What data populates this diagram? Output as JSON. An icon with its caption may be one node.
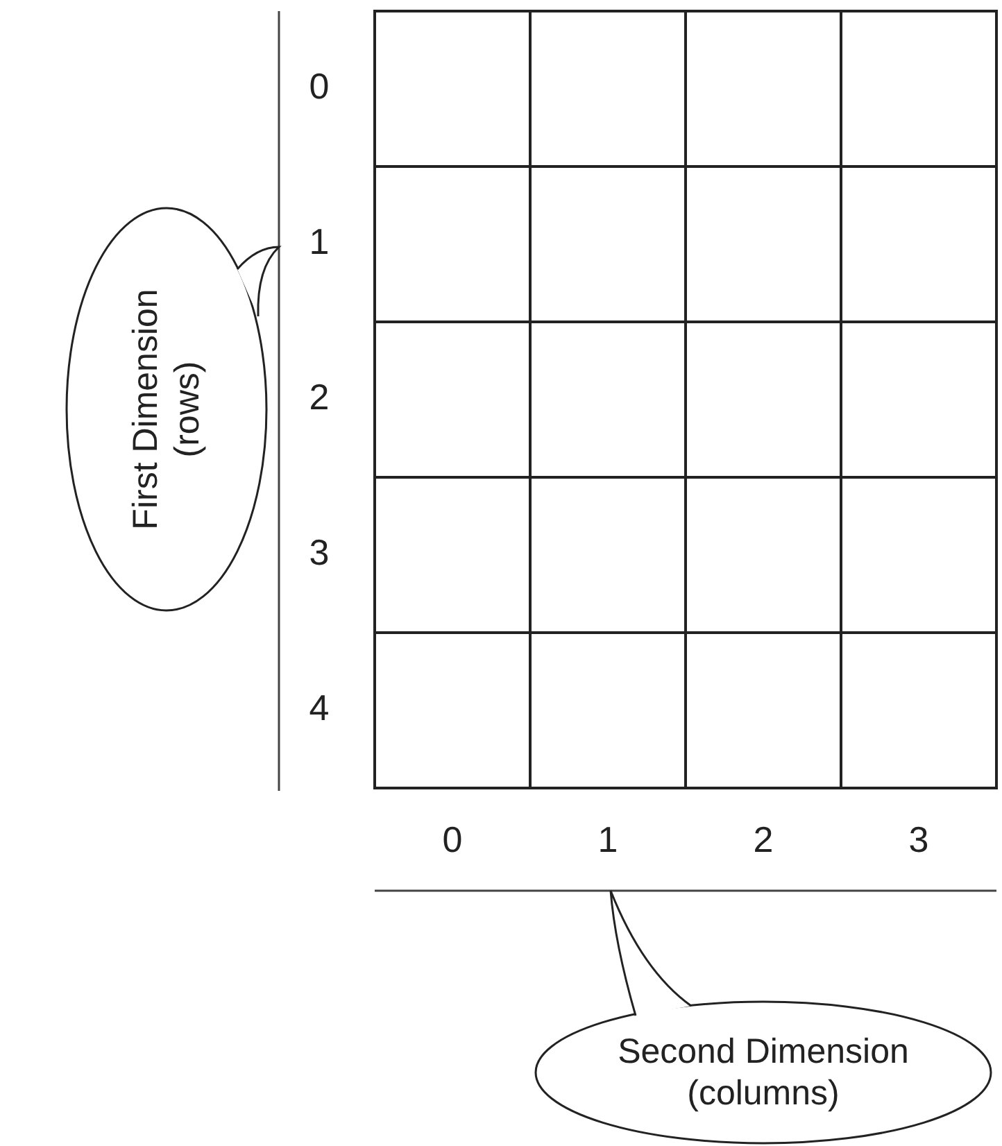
{
  "diagram": {
    "nodes": [
      {
        "text": [
          "First Dimension (rows)"
        ]
      },
      {
        "text": [
          "Second Dimension (columns)"
        ]
      }
    ],
    "labels": [
      "0",
      "1",
      "2",
      "3",
      "4",
      "0",
      "1",
      "2",
      "3"
    ]
  }
}
